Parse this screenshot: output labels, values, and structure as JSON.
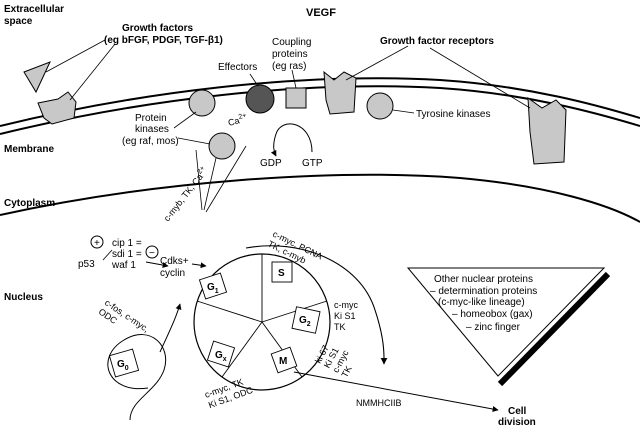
{
  "regions": {
    "extracellular_line1": "Extracellular",
    "extracellular_line2": "space",
    "membrane": "Membrane",
    "cytoplasm": "Cytoplasm",
    "nucleus": "Nucleus"
  },
  "labels": {
    "vegf": "VEGF",
    "growth_factors_line1": "Growth factors",
    "growth_factors_line2": "(eg bFGF, PDGF, TGF-β1)",
    "growth_factor_receptors": "Growth factor receptors",
    "coupling_line1": "Coupling",
    "coupling_line2": "proteins",
    "coupling_line3": "(eg ras)",
    "effectors": "Effectors",
    "protein_kinases_line1": "Protein",
    "protein_kinases_line2": "kinases",
    "protein_kinases_line3": "(eg raf, mos)",
    "calcium": "Ca",
    "calcium_charge": "2+",
    "tyrosine_kinases": "Tyrosine kinases",
    "gdp": "GDP",
    "gtp": "GTP",
    "p53": "p53",
    "plus": "+",
    "minus": "−",
    "cip1": "cip 1 =",
    "sdi1": "sdi 1 =",
    "waf1": "waf 1",
    "cdks": "Cdks+",
    "cyclin": "cyclin",
    "cmyb_tk_ca": "c-myb, TK, Ca",
    "cmyc_pcna_line1": "c-myc, PCNA",
    "cmyc_pcna_line2": "TK, c-myb",
    "cfos_line1": "c-fos, c-myc,",
    "cfos_line2": "ODC",
    "cmyc_ki_line1": "c-myc",
    "cmyc_ki_line2": "Ki S1",
    "cmyc_ki_line3": "TK",
    "ki67_line1": "ki 67",
    "ki67_line2": "Ki S1",
    "ki67_line3": "c-myc",
    "ki67_line4": "TK",
    "cmyc_tk_line1": "c-myc, TK",
    "cmyc_tk_line2": "Ki S1, ODC",
    "nmmhciib": "NMMHCIIB",
    "cell_division_line1": "Cell",
    "cell_division_line2": "division"
  },
  "cell_cycle": {
    "g1": "G",
    "g1_sub": "1",
    "s": "S",
    "g2": "G",
    "g2_sub": "2",
    "m": "M",
    "gx": "G",
    "gx_sub": "x",
    "g0": "G",
    "g0_sub": "0"
  },
  "nuclear_box": {
    "title": "Other nuclear proteins",
    "line1": "– determination proteins",
    "line2": "(c-myc-like lineage)",
    "line3": "– homeobox (gax)",
    "line4": "– zinc finger"
  }
}
